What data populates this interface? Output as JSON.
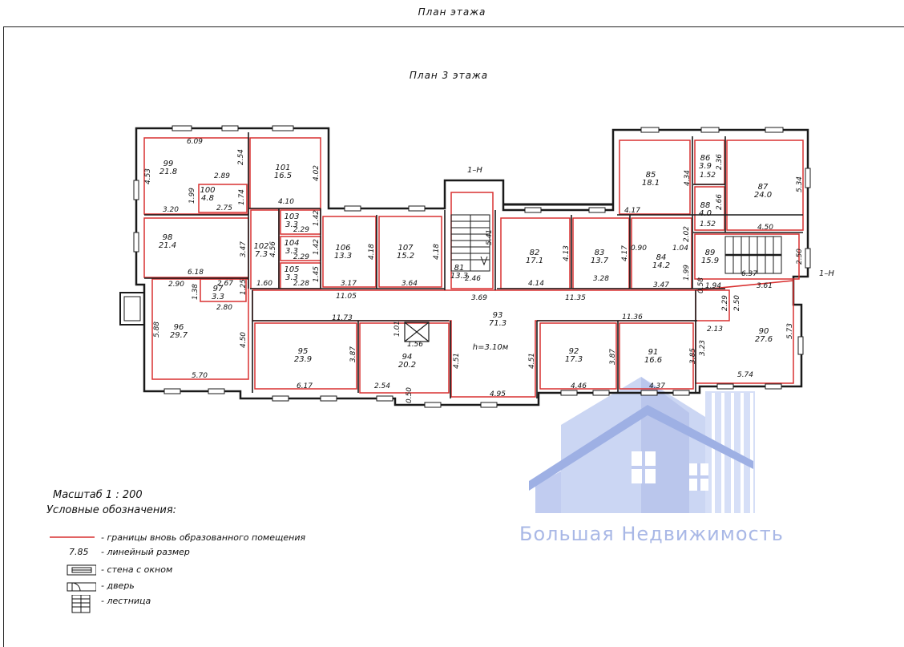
{
  "sheet_title": "План этажа",
  "plan_title": "План 3 этажа",
  "scale_label": "Масштаб 1 : 200",
  "legend": {
    "heading": "Условные обозначения:",
    "items": [
      {
        "symbol": "red-line",
        "text": "- границы вновь образованного помещения"
      },
      {
        "symbol": "dimension",
        "value": "7.85",
        "text": "- линейный размер"
      },
      {
        "symbol": "wall-window",
        "text": "- стена с окном"
      },
      {
        "symbol": "door",
        "text": "- дверь"
      },
      {
        "symbol": "stair",
        "text": "- лестница"
      }
    ]
  },
  "section_marks": [
    "1–Н",
    "1–Н"
  ],
  "ceiling_height": "h=3.10м",
  "watermark": "Большая Недвижимость",
  "colors": {
    "room_boundary": "#d93030",
    "wall": "#1a1a1a",
    "watermark": "#a9b8e6"
  },
  "rooms": [
    {
      "id": "99",
      "area": "21.8"
    },
    {
      "id": "100",
      "area": "4.8"
    },
    {
      "id": "101",
      "area": "16.5"
    },
    {
      "id": "98",
      "area": "21.4"
    },
    {
      "id": "102",
      "area": "7.3"
    },
    {
      "id": "103",
      "area": "3.3"
    },
    {
      "id": "104",
      "area": "3.3"
    },
    {
      "id": "105",
      "area": "3.3"
    },
    {
      "id": "106",
      "area": "13.3"
    },
    {
      "id": "107",
      "area": "15.2"
    },
    {
      "id": "81",
      "area": "13.3"
    },
    {
      "id": "82",
      "area": "17.1"
    },
    {
      "id": "83",
      "area": "13.7"
    },
    {
      "id": "84",
      "area": "14.2"
    },
    {
      "id": "85",
      "area": "18.1"
    },
    {
      "id": "86",
      "area": "3.9"
    },
    {
      "id": "87",
      "area": "24.0"
    },
    {
      "id": "88",
      "area": "4.0"
    },
    {
      "id": "89",
      "area": "15.9"
    },
    {
      "id": "97",
      "area": "3.3"
    },
    {
      "id": "96",
      "area": "29.7"
    },
    {
      "id": "95",
      "area": "23.9"
    },
    {
      "id": "94",
      "area": "20.2"
    },
    {
      "id": "93",
      "area": "71.3"
    },
    {
      "id": "92",
      "area": "17.3"
    },
    {
      "id": "91",
      "area": "16.6"
    },
    {
      "id": "90",
      "area": "27.6"
    }
  ],
  "dimensions": [
    "6.09",
    "4.53",
    "2.54",
    "2.89",
    "1.99",
    "3.20",
    "2.75",
    "1.74",
    "4.02",
    "4.10",
    "1.42",
    "2.29",
    "1.42",
    "2.29",
    "1.45",
    "2.28",
    "4.56",
    "3.47",
    "6.18",
    "1.60",
    "3.17",
    "4.18",
    "3.64",
    "4.18",
    "5.41",
    "2.46",
    "3.69",
    "4.14",
    "4.13",
    "3.28",
    "4.17",
    "0.90",
    "1.04",
    "2.02",
    "3.47",
    "1.99",
    "4.34",
    "4.17",
    "1.52",
    "2.36",
    "1.52",
    "2.66",
    "5.34",
    "4.50",
    "2.50",
    "6.37",
    "1.94",
    "3.61",
    "0.58",
    "2.29",
    "2.50",
    "2.90",
    "2.67",
    "1.38",
    "2.80",
    "1.25",
    "5.88",
    "4.50",
    "5.70",
    "11.05",
    "11.35",
    "11.73",
    "11.36",
    "1.01",
    "1.56",
    "3.87",
    "6.17",
    "2.54",
    "0.50",
    "4.51",
    "4.95",
    "4.51",
    "3.87",
    "4.46",
    "3.85",
    "4.37",
    "3.23",
    "2.13",
    "5.73",
    "5.74"
  ]
}
